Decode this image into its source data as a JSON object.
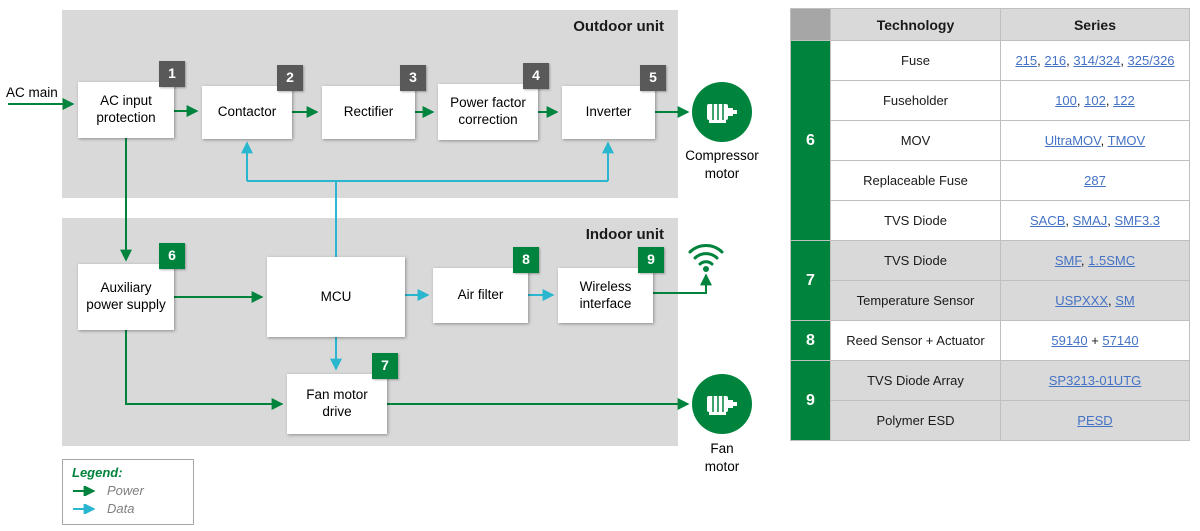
{
  "colors": {
    "power_green": "#00843D",
    "data_cyan": "#29B6CE",
    "badge_gray": "#595959",
    "panel_gray": "#D9D9D9",
    "link_blue": "#4472C4"
  },
  "icons": {
    "compressor_motor": "motor-icon",
    "fan_motor": "motor-icon",
    "wireless_output": "wifi-icon",
    "legend_power": "green-arrow-icon",
    "legend_data": "cyan-arrow-icon"
  },
  "diagram": {
    "ac_main_label": "AC main",
    "outdoor": {
      "title": "Outdoor unit",
      "blocks": [
        {
          "label": "AC input protection",
          "badge": "1"
        },
        {
          "label": "Contactor",
          "badge": "2"
        },
        {
          "label": "Rectifier",
          "badge": "3"
        },
        {
          "label": "Power factor correction",
          "badge": "4"
        },
        {
          "label": "Inverter",
          "badge": "5"
        }
      ]
    },
    "indoor": {
      "title": "Indoor unit",
      "blocks": [
        {
          "label": "Auxiliary power supply",
          "badge": "6"
        },
        {
          "label": "MCU"
        },
        {
          "label": "Air filter",
          "badge": "8"
        },
        {
          "label": "Wireless interface",
          "badge": "9"
        },
        {
          "label": "Fan motor drive",
          "badge": "7"
        }
      ]
    },
    "compressor_motor_label": "Compressor motor",
    "fan_motor_label": "Fan motor",
    "legend": {
      "title": "Legend:",
      "power": "Power",
      "data": "Data"
    }
  },
  "table": {
    "headers": {
      "technology": "Technology",
      "series": "Series"
    },
    "groups": [
      {
        "number": "6",
        "shaded": false,
        "rows": [
          {
            "technology": "Fuse",
            "series": [
              "215",
              "216",
              "314/324",
              "325/326"
            ]
          },
          {
            "technology": "Fuseholder",
            "series": [
              "100",
              "102",
              "122"
            ]
          },
          {
            "technology": "MOV",
            "series": [
              "UltraMOV",
              "TMOV"
            ]
          },
          {
            "technology": "Replaceable Fuse",
            "series": [
              "287"
            ]
          },
          {
            "technology": "TVS Diode",
            "series": [
              "SACB",
              "SMAJ",
              "SMF3.3"
            ]
          }
        ]
      },
      {
        "number": "7",
        "shaded": true,
        "rows": [
          {
            "technology": "TVS Diode",
            "series": [
              "SMF",
              "1.5SMC"
            ]
          },
          {
            "technology": "Temperature Sensor",
            "series": [
              "USPXXX",
              "SM"
            ]
          }
        ]
      },
      {
        "number": "8",
        "shaded": false,
        "rows": [
          {
            "technology": "Reed Sensor + Actuator",
            "series": [
              "59140",
              "57140"
            ],
            "separator": " + "
          }
        ]
      },
      {
        "number": "9",
        "shaded": true,
        "rows": [
          {
            "technology": "TVS Diode Array",
            "series": [
              "SP3213-01UTG"
            ]
          },
          {
            "technology": "Polymer ESD",
            "series": [
              "PESD"
            ]
          }
        ]
      }
    ]
  }
}
